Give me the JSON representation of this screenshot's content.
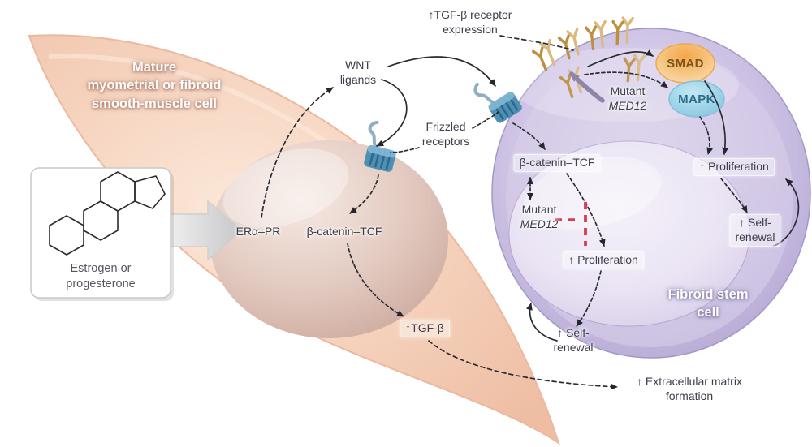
{
  "figure": {
    "description": "Signaling diagram of mature myometrial or fibroid smooth-muscle cell and fibroid stem cell"
  },
  "colors": {
    "myometrial_cell_fill": "#f4d0ba",
    "stem_cell_fill": "#c6badd",
    "smad_fill": "#f5b863",
    "mapk_fill": "#9cd3e8",
    "receptor_gold": "#c89045",
    "frizzled_blue": "#4e8fb4",
    "inhibition_red": "#d63c4c",
    "arrow_dark": "#2b2b33"
  },
  "myometrial_cell": {
    "name_line1": "Mature",
    "name_line2": "myometrial or fibroid",
    "name_line3": "smooth-muscle cell",
    "era_pr": "ERα–PR",
    "beta_catenin_tcf": "β-catenin–TCF",
    "tgfb": "↑TGF-β"
  },
  "stimulus": {
    "line1": "Estrogen or",
    "line2": "progesterone",
    "molecule_icon": "steroid-skeleton"
  },
  "signals": {
    "wnt_line1": "WNT",
    "wnt_line2": "ligands",
    "frizzled_line1": "Frizzled",
    "frizzled_line2": "receptors",
    "tgfb_receptor_line1": "↑TGF-β receptor",
    "tgfb_receptor_line2": "expression",
    "ecm_line1": "↑ Extracellular matrix",
    "ecm_line2": "formation"
  },
  "stem_cell": {
    "name_line1": "Fibroid stem",
    "name_line2": "cell",
    "smad": "SMAD",
    "mapk": "MAPK",
    "mutant_med12_membrane_line1": "Mutant",
    "mutant_med12_membrane_line2": "MED12",
    "beta_catenin_tcf": "β-catenin–TCF",
    "mutant_med12_nucleus_line1": "Mutant",
    "mutant_med12_nucleus_line2": "MED12",
    "proliferation_nucleus": "↑ Proliferation",
    "proliferation": "↑ Proliferation",
    "self_renewal_line1": "↑ Self-",
    "self_renewal_line2": "renewal",
    "self_renewal_bottom_line1": "↑ Self-",
    "self_renewal_bottom_line2": "renewal"
  }
}
